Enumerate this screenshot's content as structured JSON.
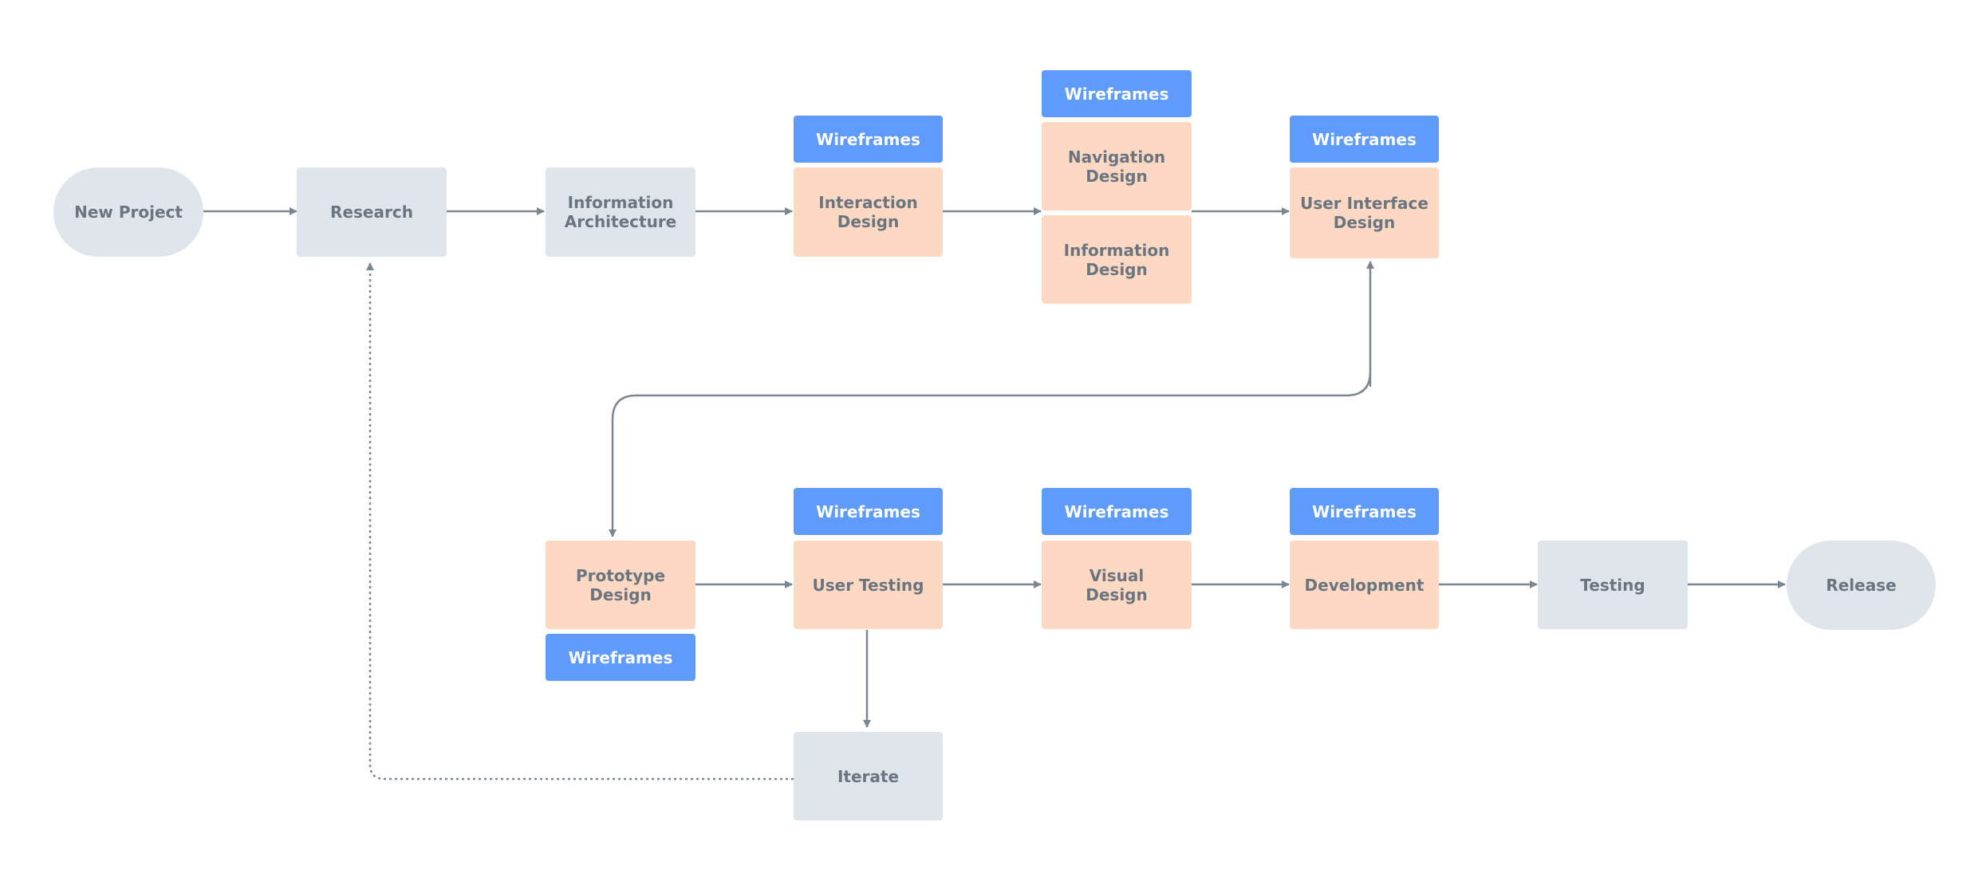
{
  "nodes": {
    "new_project": "New Project",
    "research": "Research",
    "information_architecture": "Information\nArchitecture",
    "interaction_design": "Interaction\nDesign",
    "navigation_design": "Navigation\nDesign",
    "information_design": "Information\nDesign",
    "user_interface_design": "User Interface\nDesign",
    "prototype_design": "Prototype\nDesign",
    "user_testing": "User Testing",
    "visual_design": "Visual\nDesign",
    "development": "Development",
    "testing": "Testing",
    "release": "Release",
    "iterate": "Iterate"
  },
  "wireframes_label": "Wireframes",
  "colors": {
    "neutral_node": "#e0e5eb",
    "design_node": "#fdd8c2",
    "wireframes_tag": "#5f9bfc",
    "connector": "#7c8690"
  }
}
